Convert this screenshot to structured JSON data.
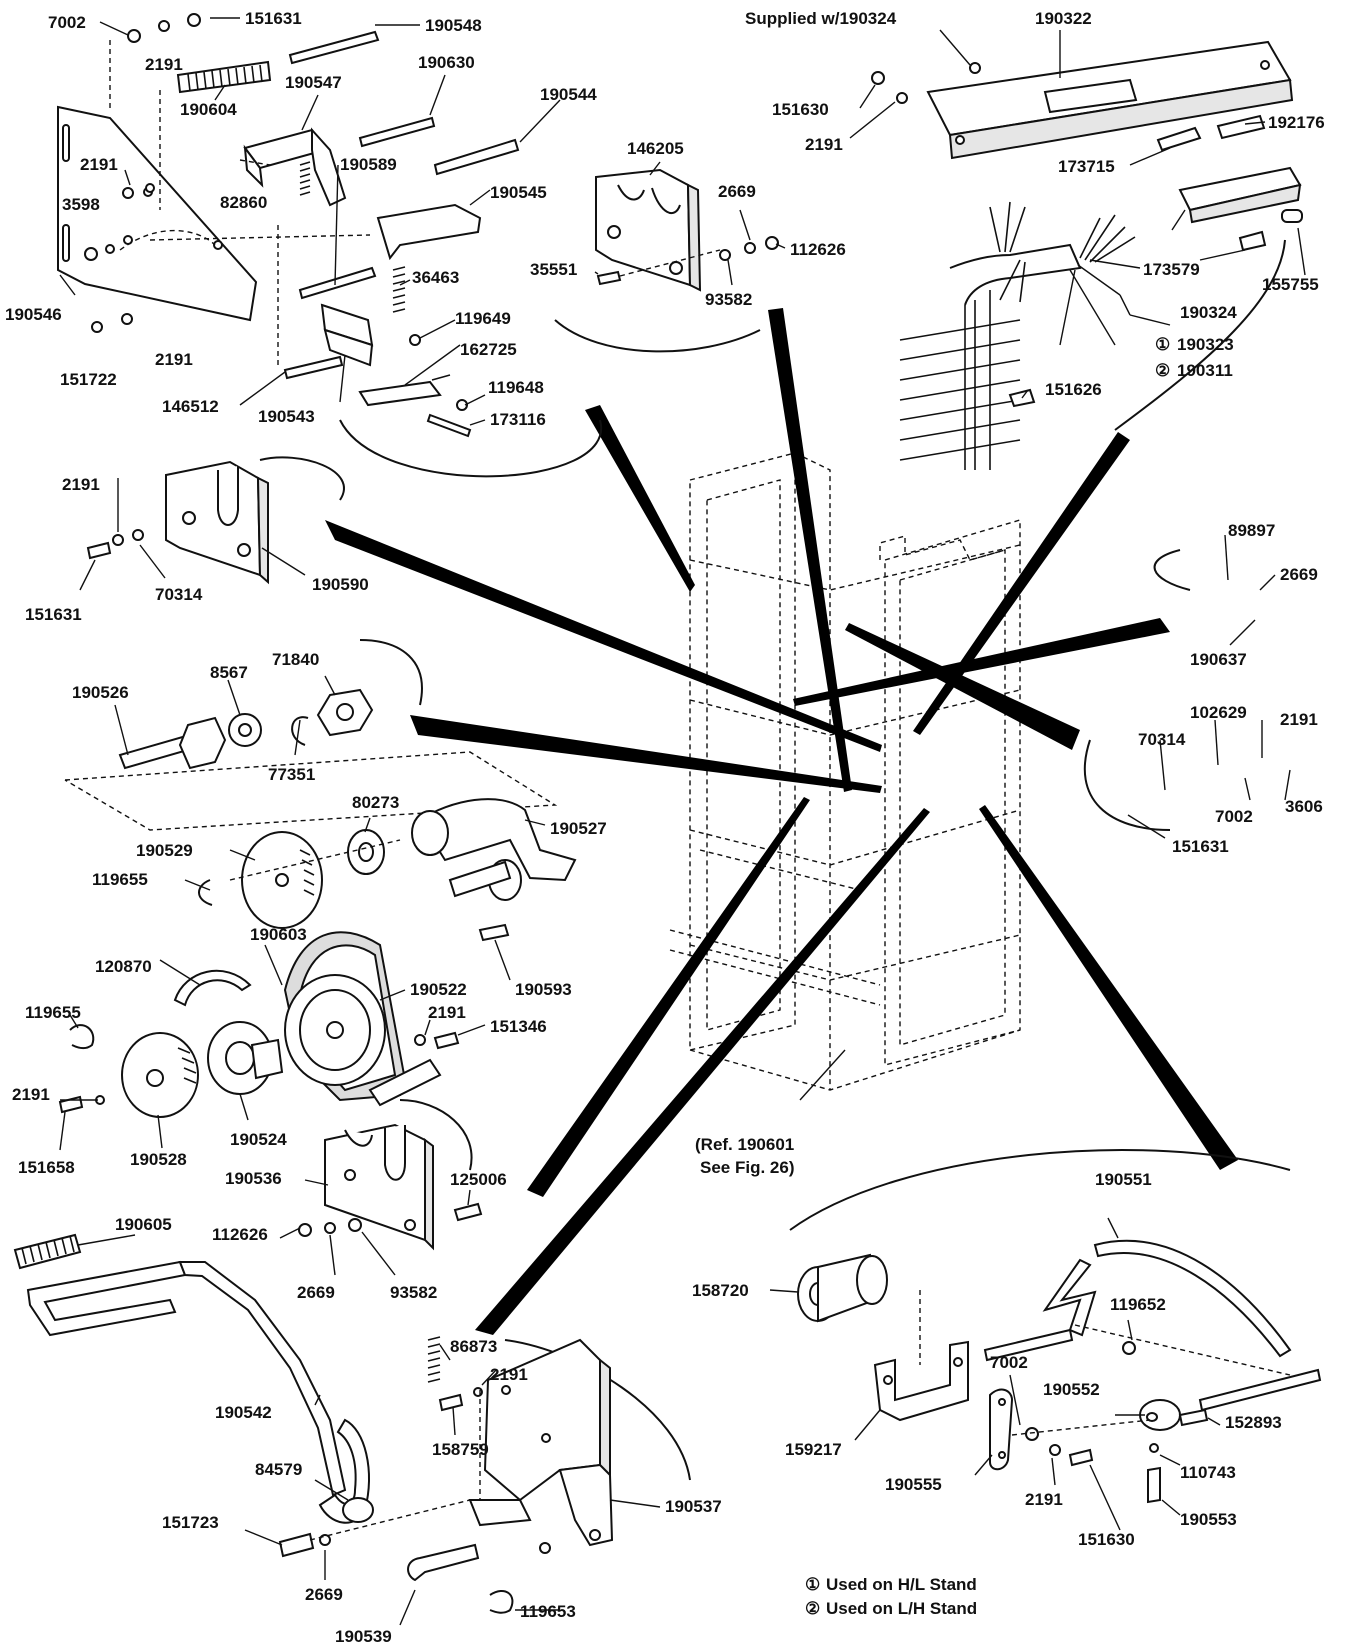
{
  "labels": {
    "p7002_a": "7002",
    "p2191_a": "2191",
    "p151631_a": "151631",
    "p190548": "190548",
    "p190604": "190604",
    "p190547": "190547",
    "p190630": "190630",
    "p190544": "190544",
    "p2191_b": "2191",
    "p3598": "3598",
    "p82860": "82860",
    "p190589": "190589",
    "p190545": "190545",
    "p190546": "190546",
    "p151722": "151722",
    "p2191_c": "2191",
    "p36463": "36463",
    "p119649": "119649",
    "p162725": "162725",
    "p146512": "146512",
    "p190543": "190543",
    "p119648": "119648",
    "p173116": "173116",
    "p146205": "146205",
    "p2669_a": "2669",
    "p112626_a": "112626",
    "p35551": "35551",
    "p93582_a": "93582",
    "supplied": "Supplied w/190324",
    "p190322": "190322",
    "p151630_a": "151630",
    "p2191_d": "2191",
    "p192176": "192176",
    "p173715": "173715",
    "p173579": "173579",
    "p190324": "190324",
    "p155755": "155755",
    "p190323": "190323",
    "p190311": "190311",
    "p151626": "151626",
    "circ1": "①",
    "circ2": "②",
    "p2191_e": "2191",
    "p151631_b": "151631",
    "p70314_a": "70314",
    "p190590": "190590",
    "p89897": "89897",
    "p2669_b": "2669",
    "p190637": "190637",
    "p190526": "190526",
    "p8567": "8567",
    "p71840": "71840",
    "p77351": "77351",
    "p102629": "102629",
    "p70314_b": "70314",
    "p2191_f": "2191",
    "p7002_b": "7002",
    "p3606": "3606",
    "p151631_c": "151631",
    "p80273": "80273",
    "p190529": "190529",
    "p190527": "190527",
    "p119655_a": "119655",
    "p190603": "190603",
    "p120870": "120870",
    "p190593": "190593",
    "p190522": "190522",
    "p119655_b": "119655",
    "p2191_g": "2191",
    "p151346": "151346",
    "p2191_h": "2191",
    "p151658": "151658",
    "p190528": "190528",
    "p190524": "190524",
    "ref1": "(Ref. 190601",
    "ref2": "See Fig. 26)",
    "p190536": "190536",
    "p125006": "125006",
    "p190605": "190605",
    "p112626_b": "112626",
    "p2669_c": "2669",
    "p93582_b": "93582",
    "p190551": "190551",
    "p158720": "158720",
    "p119652": "119652",
    "p86873": "86873",
    "p2191_i": "2191",
    "p190542": "190542",
    "p158759": "158759",
    "p7002_c": "7002",
    "p190552": "190552",
    "p152893": "152893",
    "p159217": "159217",
    "p190555": "190555",
    "p110743": "110743",
    "p2191_j": "2191",
    "p151630_b": "151630",
    "p190553": "190553",
    "p84579": "84579",
    "p190537": "190537",
    "p151723": "151723",
    "p2669_d": "2669",
    "p119653": "119653",
    "p190539": "190539"
  },
  "legend": {
    "line1": "Used on H/L Stand",
    "line2": "Used on L/H Stand",
    "mark1": "①",
    "mark2": "②"
  }
}
